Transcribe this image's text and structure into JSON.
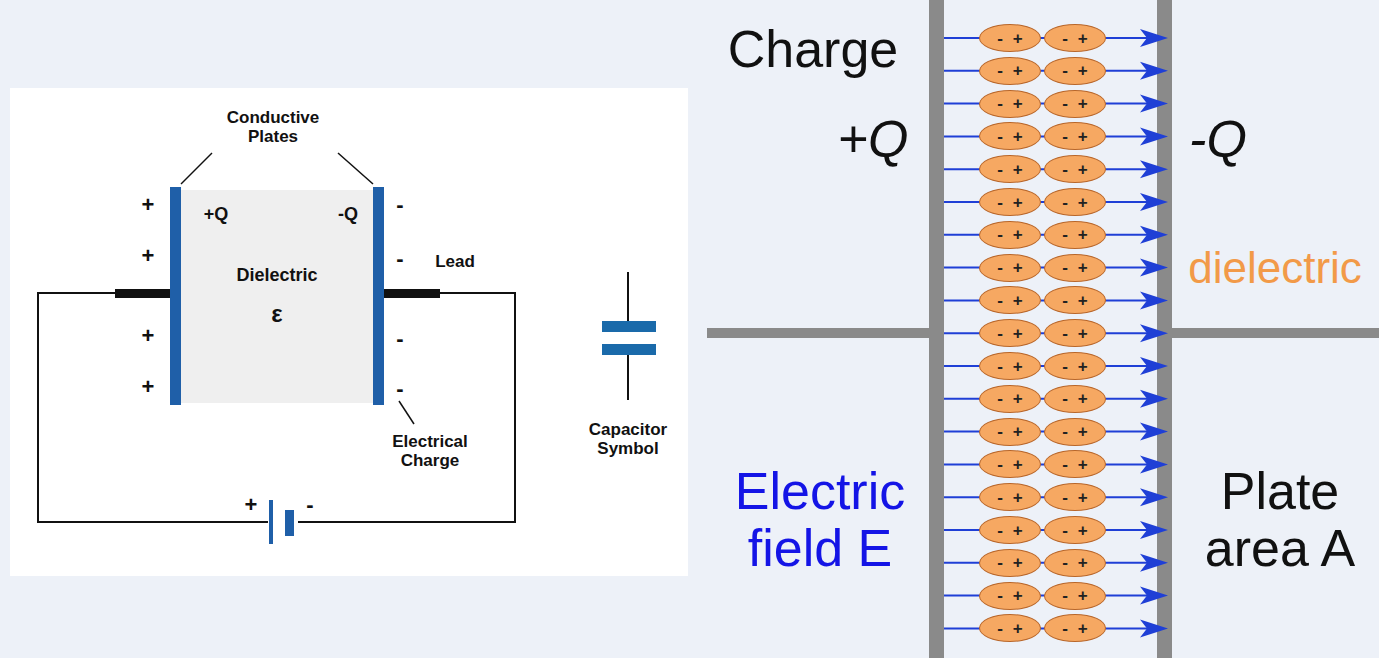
{
  "diagram": {
    "nodes": [
      {
        "text": [
          "Dielectric",
          "ε"
        ]
      },
      {
        "text": [
          "-",
          "+"
        ]
      },
      {
        "text": [
          "-",
          "+"
        ]
      },
      {
        "text": [
          "-",
          "+"
        ]
      },
      {
        "text": [
          "-",
          "+"
        ]
      },
      {
        "text": [
          "-",
          "+"
        ]
      },
      {
        "text": [
          "-",
          "+"
        ]
      },
      {
        "text": [
          "-",
          "+"
        ]
      },
      {
        "text": [
          "-",
          "+"
        ]
      },
      {
        "text": [
          "-",
          "+"
        ]
      },
      {
        "text": [
          "-",
          "+"
        ]
      },
      {
        "text": [
          "-",
          "+"
        ]
      },
      {
        "text": [
          "-",
          "+"
        ]
      },
      {
        "text": [
          "-",
          "+"
        ]
      },
      {
        "text": [
          "-",
          "+"
        ]
      },
      {
        "text": [
          "-",
          "+"
        ]
      },
      {
        "text": [
          "-",
          "+"
        ]
      },
      {
        "text": [
          "-",
          "+"
        ]
      },
      {
        "text": [
          "-",
          "+"
        ]
      },
      {
        "text": [
          "-",
          "+"
        ]
      },
      {
        "text": [
          "-",
          "+"
        ]
      },
      {
        "text": [
          "-",
          "+"
        ]
      },
      {
        "text": [
          "-",
          "+"
        ]
      },
      {
        "text": [
          "-",
          "+"
        ]
      },
      {
        "text": [
          "-",
          "+"
        ]
      },
      {
        "text": [
          "-",
          "+"
        ]
      },
      {
        "text": [
          "-",
          "+"
        ]
      },
      {
        "text": [
          "-",
          "+"
        ]
      },
      {
        "text": [
          "-",
          "+"
        ]
      },
      {
        "text": [
          "-",
          "+"
        ]
      },
      {
        "text": [
          "-",
          "+"
        ]
      },
      {
        "text": [
          "-",
          "+"
        ]
      },
      {
        "text": [
          "-",
          "+"
        ]
      },
      {
        "text": [
          "-",
          "+"
        ]
      },
      {
        "text": [
          "-",
          "+"
        ]
      },
      {
        "text": [
          "-",
          "+"
        ]
      },
      {
        "text": [
          "-",
          "+"
        ]
      },
      {
        "text": [
          "-",
          "+"
        ]
      },
      {
        "text": [
          "-",
          "+"
        ]
      }
    ],
    "labels": [
      "Conductive Plates",
      "+",
      "+",
      "+",
      "+",
      "+Q",
      "-Q",
      "-",
      "-",
      "-",
      "-",
      "Lead",
      "Electrical Charge",
      "+",
      "-",
      "Capacitor Symbol",
      "Charge",
      "+Q",
      "-Q",
      "dielectric",
      "Electric field E",
      "Plate area A"
    ]
  }
}
